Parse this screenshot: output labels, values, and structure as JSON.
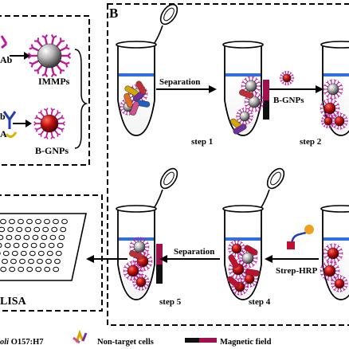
{
  "panel_b_letter": "B",
  "panel_a": {
    "ab_label": "Ab",
    "immps_label": "IMMPs",
    "bgnps_label": "B-GNPs",
    "fragment_b": "b",
    "fragment_a": "A"
  },
  "steps": {
    "separation_1": "Separation",
    "bgnps_arrow": "B-GNPs",
    "step1": "step 1",
    "step2": "step 2",
    "separation_2": "Separation",
    "strep_hrp": "Strep-HRP",
    "step4": "step 4",
    "step5": "step 5"
  },
  "elisa_label": "LISA",
  "legend": {
    "target_italic": "oli",
    "target_rest": " O157:H7",
    "nontarget": "Non-target cells",
    "magnetic": "Magnetic field"
  },
  "colors": {
    "magenta": "#c0189c",
    "gnp_red": "#b01010",
    "blue_liquid": "#2f6fe0",
    "magnet_red": "#a0104a",
    "magnet_black": "#111111",
    "antibody_blue": "#1f3fb0"
  }
}
